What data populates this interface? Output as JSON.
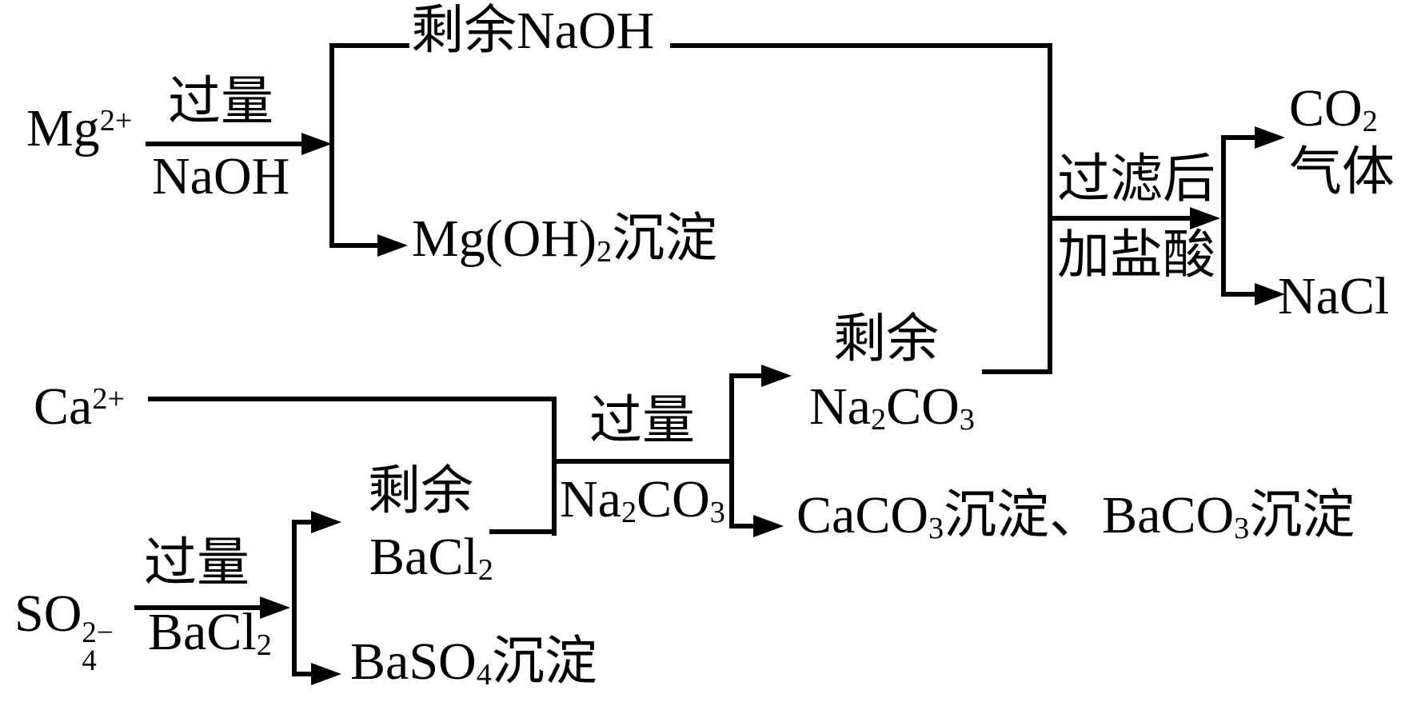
{
  "colors": {
    "ink": "#000000",
    "background": "#ffffff"
  },
  "inputs": {
    "mg_ion": [
      {
        "t": "Mg"
      },
      {
        "t": "2+",
        "sup": true
      }
    ],
    "ca_ion": [
      {
        "t": "Ca"
      },
      {
        "t": "2+",
        "sup": true
      }
    ],
    "so4_ion": {
      "base": "SO",
      "sup": "2−",
      "sub": "4"
    }
  },
  "steps": {
    "naoh": {
      "above": "过量",
      "below": "NaOH"
    },
    "bacl2": {
      "above": "过量",
      "below": [
        {
          "t": "BaCl"
        },
        {
          "t": "2",
          "sub": true
        }
      ]
    },
    "na2co3": {
      "above": "过量",
      "below": [
        {
          "t": "Na"
        },
        {
          "t": "2",
          "sub": true
        },
        {
          "t": "CO"
        },
        {
          "t": "3",
          "sub": true
        }
      ]
    },
    "hcl": {
      "above": "过滤后",
      "below": "加盐酸"
    }
  },
  "outputs": {
    "remaining_naoh": "剩余NaOH",
    "mg_oh2": [
      {
        "t": "Mg(OH)"
      },
      {
        "t": "2",
        "sub": true
      },
      {
        "t": "沉淀"
      }
    ],
    "remaining_bacl2": {
      "line1": "剩余",
      "line2": [
        {
          "t": "BaCl"
        },
        {
          "t": "2",
          "sub": true
        }
      ]
    },
    "baso4": [
      {
        "t": "BaSO"
      },
      {
        "t": "4",
        "sub": true
      },
      {
        "t": "沉淀"
      }
    ],
    "remaining_na2co3": {
      "line1": "剩余",
      "line2": [
        {
          "t": "Na"
        },
        {
          "t": "2",
          "sub": true
        },
        {
          "t": "CO"
        },
        {
          "t": "3",
          "sub": true
        }
      ]
    },
    "carbonate_precipitates": [
      {
        "t": "CaCO"
      },
      {
        "t": "3",
        "sub": true
      },
      {
        "t": "沉淀、BaCO"
      },
      {
        "t": "3",
        "sub": true
      },
      {
        "t": "沉淀"
      }
    ],
    "co2_gas": {
      "line1": [
        {
          "t": "CO"
        },
        {
          "t": "2",
          "sub": true
        }
      ],
      "line2": "气体"
    },
    "nacl": "NaCl"
  }
}
